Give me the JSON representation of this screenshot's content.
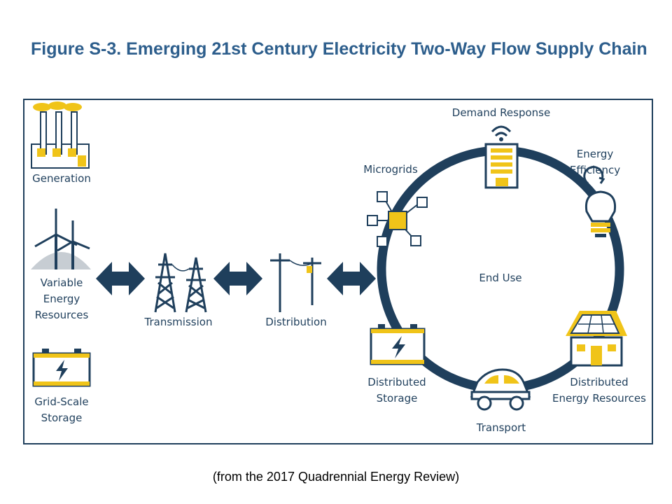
{
  "title": "Figure S-3. Emerging 21st Century Electricity Two-Way Flow Supply Chain",
  "colors": {
    "navy": "#1f3f5c",
    "yellow": "#f0c419",
    "title_blue": "#2d5e8c",
    "grey": "#c7cdd3"
  },
  "supply_side": {
    "generation": "Generation",
    "variable_energy": "Variable\nEnergy\nResources",
    "grid_storage": "Grid-Scale\nStorage",
    "transmission": "Transmission",
    "distribution": "Distribution"
  },
  "end_use": {
    "center": "End Use",
    "demand_response": "Demand Response",
    "energy_efficiency": "Energy\nEfficiency",
    "microgrids": "Microgrids",
    "distributed_storage": "Distributed\nStorage",
    "transport": "Transport",
    "distributed_energy": "Distributed\nEnergy Resources"
  },
  "caption": "(from the 2017 Quadrennial Energy Review)"
}
